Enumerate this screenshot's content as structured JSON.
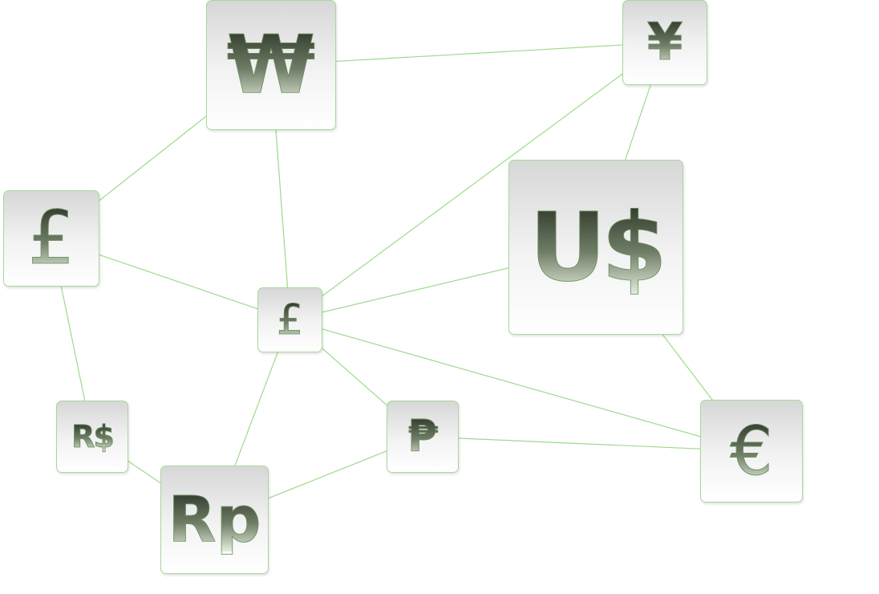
{
  "nodes": {
    "won": {
      "symbol": "₩"
    },
    "yen": {
      "symbol": "¥"
    },
    "gbp": {
      "symbol": "£"
    },
    "usd": {
      "symbol": "U$"
    },
    "lira": {
      "symbol": "£"
    },
    "brl": {
      "symbol": "R$"
    },
    "peso": {
      "symbol": "₱"
    },
    "eur": {
      "symbol": "€"
    },
    "idr": {
      "symbol": "Rp"
    }
  },
  "edges": [
    [
      "won",
      "yen"
    ],
    [
      "won",
      "gbp"
    ],
    [
      "won",
      "lira"
    ],
    [
      "yen",
      "lira"
    ],
    [
      "yen",
      "usd"
    ],
    [
      "gbp",
      "lira"
    ],
    [
      "gbp",
      "brl"
    ],
    [
      "lira",
      "usd"
    ],
    [
      "lira",
      "peso"
    ],
    [
      "lira",
      "eur"
    ],
    [
      "lira",
      "idr"
    ],
    [
      "usd",
      "eur"
    ],
    [
      "brl",
      "idr"
    ],
    [
      "peso",
      "idr"
    ],
    [
      "peso",
      "eur"
    ]
  ],
  "colors": {
    "link": "#9ddb8c",
    "node_border": "#a6d99a",
    "glyph_dark": "#2a3326"
  }
}
